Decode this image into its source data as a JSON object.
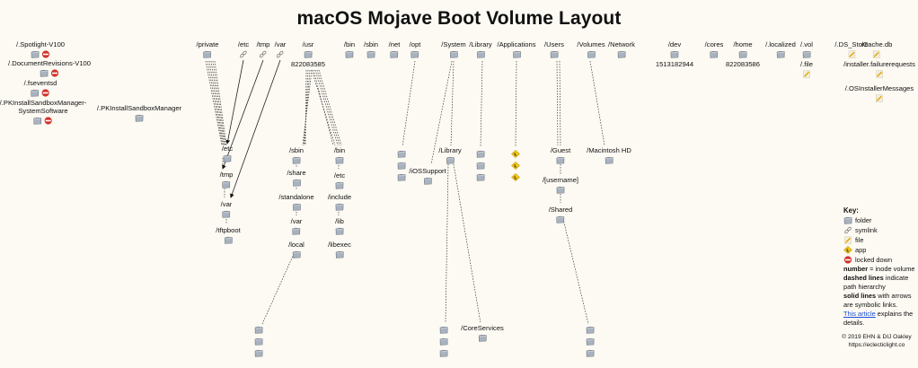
{
  "title": "macOS Mojave Boot Volume Layout",
  "colors": {
    "background": "#fdfaf3",
    "folder": "#a9b3bf",
    "app": "#f0c419",
    "locked": "#d0342c",
    "link": "#1a4fd8",
    "line": "#333333"
  },
  "left_column": [
    {
      "label": "/.Spotlight-V100",
      "icons": [
        "folder-icon",
        "locked-icon"
      ]
    },
    {
      "label": "/.DocumentRevisions-V100",
      "icons": [
        "folder-icon",
        "locked-icon"
      ]
    },
    {
      "label": "/.fseventsd",
      "icons": [
        "folder-icon",
        "locked-icon"
      ]
    },
    {
      "label": "/.PKInstallSandboxManager-",
      "label2": "SystemSoftware",
      "icons": [
        "folder-icon",
        "locked-icon"
      ]
    },
    {
      "label": "/.PKInstallSandboxManager",
      "icons": [
        "folder-icon"
      ]
    }
  ],
  "top_level": [
    {
      "label": "/private",
      "icon": "folder"
    },
    {
      "label": "/etc",
      "icon": "symlink"
    },
    {
      "label": "/tmp",
      "icon": "symlink"
    },
    {
      "label": "/var",
      "icon": "symlink"
    },
    {
      "label": "/usr",
      "icon": "folder",
      "inode": "822083585"
    },
    {
      "label": "/bin",
      "icon": "folder"
    },
    {
      "label": "/sbin",
      "icon": "folder"
    },
    {
      "label": "/net",
      "icon": "folder"
    },
    {
      "label": "/opt",
      "icon": "folder"
    },
    {
      "label": "/System",
      "icon": "folder"
    },
    {
      "label": "/Library",
      "icon": "folder"
    },
    {
      "label": "/Applications",
      "icon": "folder"
    },
    {
      "label": "/Users",
      "icon": "folder"
    },
    {
      "label": "/Volumes",
      "icon": "folder"
    },
    {
      "label": "/Network",
      "icon": "folder"
    },
    {
      "label": "/dev",
      "icon": "folder",
      "inode": "1513182944"
    },
    {
      "label": "/cores",
      "icon": "folder"
    },
    {
      "label": "/home",
      "icon": "folder",
      "inode": "822083586"
    },
    {
      "label": "/.localized",
      "icon": "folder"
    },
    {
      "label": "/.vol",
      "icon": "folder"
    },
    {
      "label": "/.file",
      "icon": "file"
    },
    {
      "label": "/.DS_Store",
      "icon": "file"
    },
    {
      "label": "/Cache.db",
      "icon": "file"
    },
    {
      "label": "/installer.failurerequests",
      "icon": "file"
    },
    {
      "label": "/.OSInstallerMessages",
      "icon": "file"
    }
  ],
  "private_children": [
    "/etc",
    "/tmp",
    "/var",
    "/tftpboot"
  ],
  "usr_children_left": [
    "/sbin",
    "/share",
    "/standalone",
    "/var",
    "/local"
  ],
  "usr_children_right": [
    "/bin",
    "/etc",
    "/include",
    "/lib",
    "/libexec"
  ],
  "system_children": [
    "/Library",
    "/iOSSupport"
  ],
  "system_library_children": [
    "/CoreServices"
  ],
  "users_children": [
    "/Guest",
    "/[username]",
    "/Shared"
  ],
  "volumes_children": [
    "/Macintosh HD"
  ],
  "key": {
    "heading": "Key:",
    "items": [
      {
        "icon": "folder",
        "label": "folder"
      },
      {
        "icon": "symlink",
        "label": "symlink"
      },
      {
        "icon": "file",
        "label": "file"
      },
      {
        "icon": "app",
        "label": "app"
      },
      {
        "icon": "locked",
        "label": "locked down"
      }
    ],
    "number_bold": "number",
    "number_text": " = inode volume",
    "dashed_bold": "dashed lines",
    "dashed_text": " indicate path hierarchy",
    "solid_bold": "solid lines",
    "solid_text": " with arrows are symbolic links.",
    "article_link": "This article",
    "article_text": " explains the details."
  },
  "credit": {
    "line1": "© 2019 EHN & DIJ Oakley",
    "line2": "https://eclecticlight.co"
  }
}
